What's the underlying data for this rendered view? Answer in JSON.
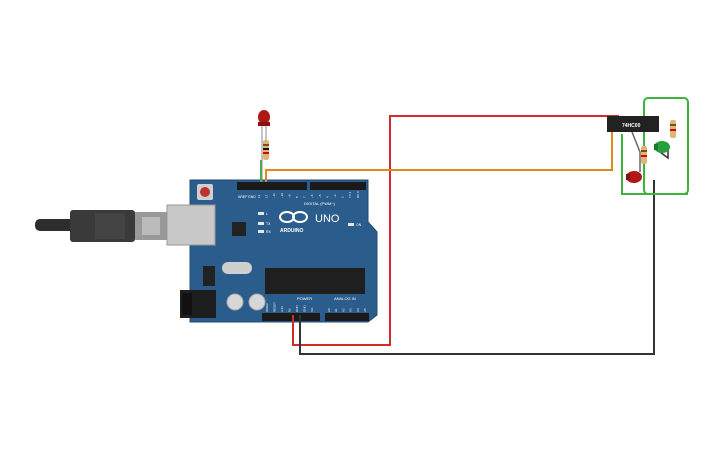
{
  "board": {
    "logo_text": "UNO",
    "brand_text": "ARDUINO",
    "digital_header": "DIGITAL (PWM~)",
    "power_header": "POWER",
    "analog_header": "ANALOG IN",
    "on_label": "ON",
    "tx_label": "TX",
    "rx_label": "RX",
    "l_label": "L",
    "aref_label": "AREF",
    "gnd_label": "GND",
    "digital_pins": [
      "13",
      "12",
      "~11",
      "~10",
      "~9",
      "8",
      "7",
      "~6",
      "~5",
      "4",
      "~3",
      "2",
      "TX 1",
      "RX 0"
    ],
    "power_pins": [
      "IOREF",
      "RESET",
      "3.3V",
      "5V",
      "GND",
      "GND",
      "Vin"
    ],
    "analog_pins": [
      "A0",
      "A1",
      "A2",
      "A3",
      "A4",
      "A5"
    ]
  },
  "chip": {
    "label": "74HC00"
  },
  "colors": {
    "board": "#2b5d8c",
    "wire_red": "#d22b2b",
    "wire_orange": "#e08a1e",
    "wire_black": "#333333",
    "wire_green": "#3cb43c",
    "led_red": "#b01818",
    "led_green": "#25a03c"
  }
}
